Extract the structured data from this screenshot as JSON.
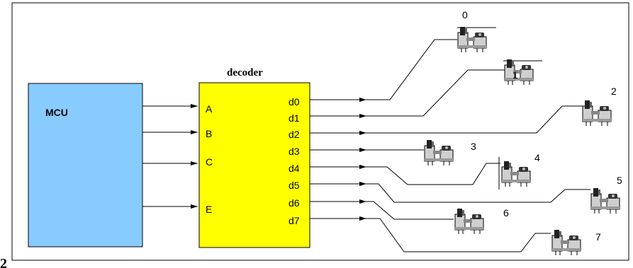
{
  "mcu": {
    "label": "MCU",
    "color": "#88ccff"
  },
  "decoder": {
    "title": "decoder",
    "color": "#ffff00",
    "inputs": [
      "A",
      "B",
      "C",
      "E"
    ],
    "outputs": [
      "d0",
      "d1",
      "d2",
      "d3",
      "d4",
      "d5",
      "d6",
      "d7"
    ]
  },
  "devices": [
    "0",
    "1",
    "2",
    "3",
    "4",
    "5",
    "6",
    "7"
  ],
  "page_number": "2"
}
